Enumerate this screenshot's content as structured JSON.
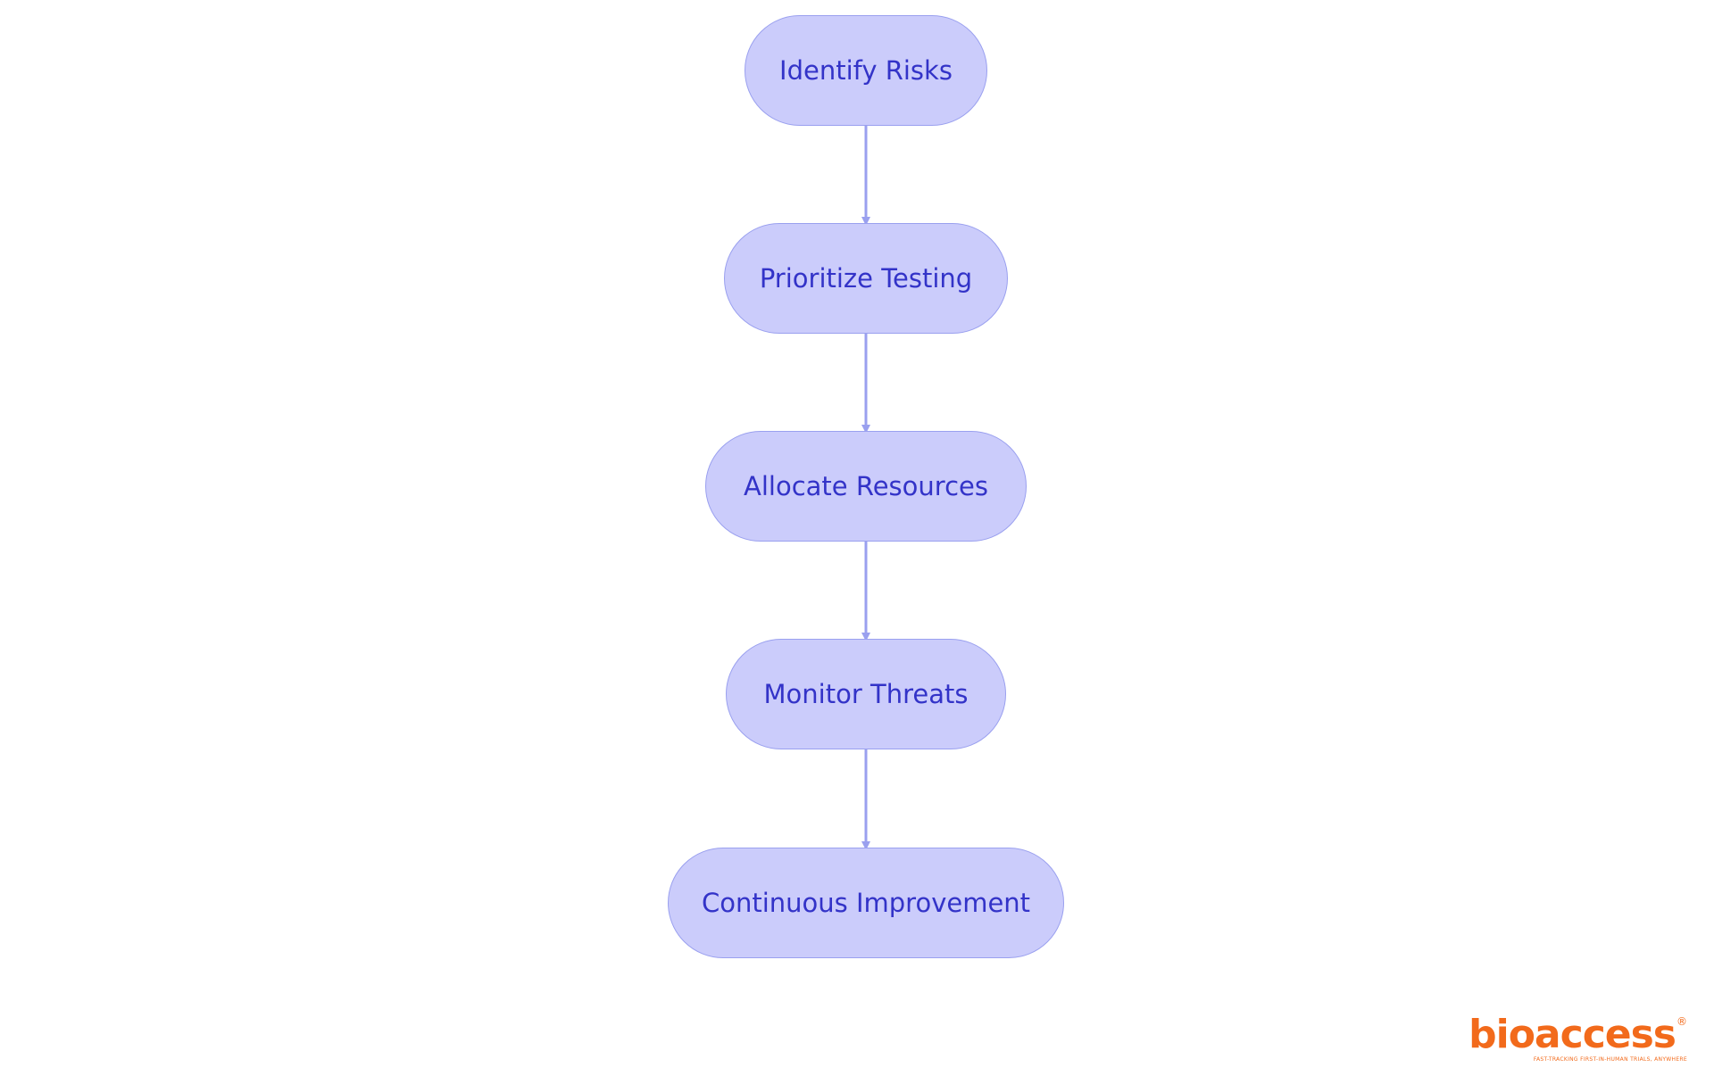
{
  "diagram": {
    "type": "flowchart",
    "direction": "top-to-bottom",
    "nodes": [
      {
        "id": "identify-risks",
        "label": "Identify Risks"
      },
      {
        "id": "prioritize-testing",
        "label": "Prioritize Testing"
      },
      {
        "id": "allocate-resources",
        "label": "Allocate Resources"
      },
      {
        "id": "monitor-threats",
        "label": "Monitor Threats"
      },
      {
        "id": "continuous-improvement",
        "label": "Continuous Improvement"
      }
    ],
    "edges": [
      {
        "from": "identify-risks",
        "to": "prioritize-testing"
      },
      {
        "from": "prioritize-testing",
        "to": "allocate-resources"
      },
      {
        "from": "allocate-resources",
        "to": "monitor-threats"
      },
      {
        "from": "monitor-threats",
        "to": "continuous-improvement"
      }
    ]
  },
  "logo": {
    "word": "bioaccess",
    "registered_mark": "®",
    "tagline": "FAST-TRACKING FIRST-IN-HUMAN TRIALS, ANYWHERE"
  },
  "colors": {
    "node_fill": "#cbccfb",
    "node_border": "#9aa0ef",
    "node_text": "#3333c8",
    "edge": "#9aa0ef",
    "logo": "#f26a1b",
    "background": "#ffffff"
  }
}
